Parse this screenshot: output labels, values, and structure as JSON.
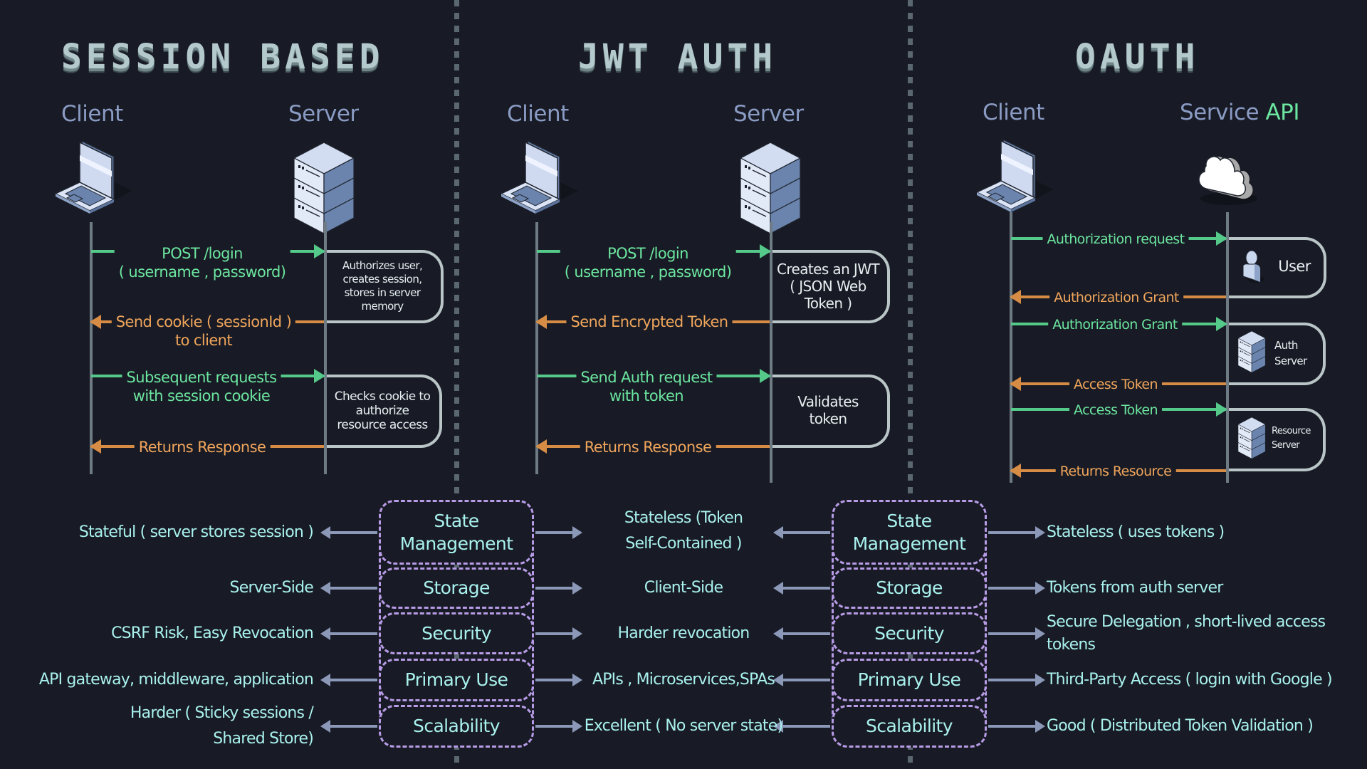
{
  "colors": {
    "background": "#181b25",
    "request": "#55c98a",
    "response": "#d68c45",
    "title": "#b3c9cc",
    "actor": "#8a9bc4",
    "comparison_border": "#b79be6",
    "comparison_text": "#a9f1ee"
  },
  "sections": {
    "session": {
      "title": "SESSION BASED",
      "client": "Client",
      "server": "Server",
      "msgs": {
        "m1": "POST /login\n( username , password)",
        "m2": "Send cookie ( sessionId )\nto client",
        "m3": "Subsequent requests\nwith session cookie",
        "m4": "Returns Response"
      },
      "boxes": {
        "b1": "Authorizes user,\ncreates session,\nstores in server\nmemory",
        "b2": "Checks cookie to\nauthorize\nresource access"
      }
    },
    "jwt": {
      "title": "JWT AUTH",
      "client": "Client",
      "server": "Server",
      "msgs": {
        "m1": "POST /login\n( username , password)",
        "m2": "Send Encrypted Token",
        "m3": "Send Auth request\nwith token",
        "m4": "Returns Response"
      },
      "boxes": {
        "b1": "Creates an JWT\n( JSON Web\nToken )",
        "b2": "Validates\ntoken"
      }
    },
    "oauth": {
      "title": "OAUTH",
      "client": "Client",
      "server_prefix": "Service",
      "server_accent": "API",
      "msgs": {
        "m1": "Authorization request",
        "m2": "Authorization Grant",
        "m3": "Authorization Grant",
        "m4": "Access Token",
        "m5": "Access Token",
        "m6": "Returns Resource"
      },
      "boxes": {
        "b1": "User",
        "b2": "Auth\nServer",
        "b3": "Resource\nServer"
      }
    }
  },
  "comparison": {
    "categories": [
      "State\nManagement",
      "Storage",
      "Security",
      "Primary Use",
      "Scalability"
    ],
    "session_values": [
      "Stateful ( server stores session )",
      "Server-Side",
      "CSRF Risk, Easy Revocation",
      "API gateway, middleware, application",
      "Harder ( Sticky sessions /\nShared Store)"
    ],
    "jwt_values": [
      "Stateless (Token\nSelf-Contained )",
      "Client-Side",
      "Harder revocation",
      "APIs , Microservices,SPAs",
      "Excellent ( No server state)"
    ],
    "oauth_values": [
      "Stateless ( uses tokens )",
      "Tokens from auth server",
      "Secure Delegation , short-lived access\ntokens",
      "Third-Party Access ( login with Google )",
      "Good ( Distributed Token Validation )"
    ]
  }
}
